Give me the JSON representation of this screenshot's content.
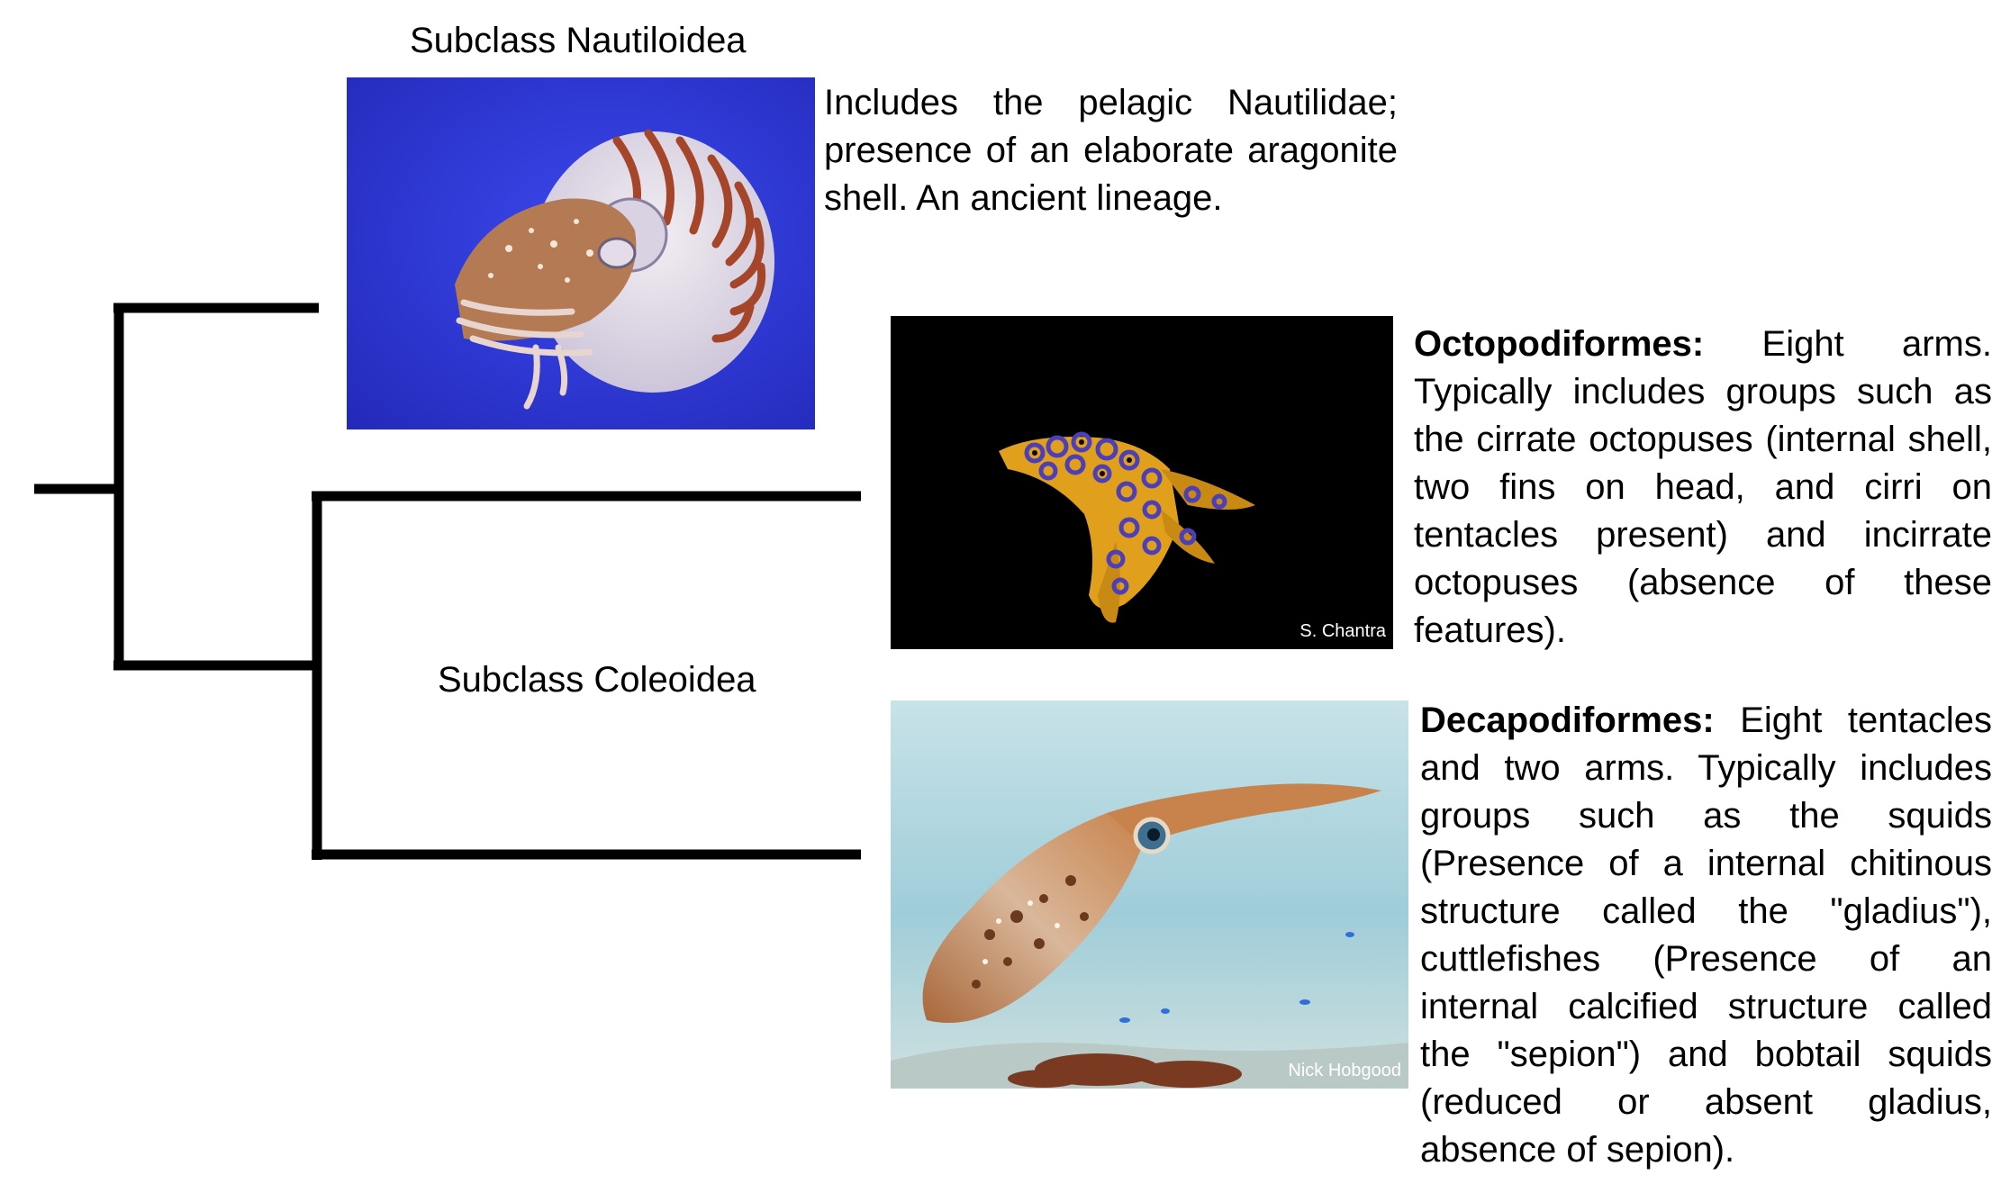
{
  "tree": {
    "nautiloidea_label": "Subclass Nautiloidea",
    "coleoidea_label": "Subclass Coleoidea"
  },
  "nautiloidea": {
    "description": "Includes the pelagic Nautilidae; presence of an elaborate aragonite shell. An ancient lineage.",
    "photo": {
      "subject": "nautilus",
      "background_color": "#2a34d8"
    }
  },
  "octopodiformes": {
    "name": "Octopodiformes:",
    "description": " Eight arms. Typically includes groups such as the cirrate octopuses (internal shell, two fins on head, and cirri on tentacles present) and incirrate octopuses (absence of these features).",
    "photo": {
      "subject": "blue-ringed octopus",
      "credit": "S. Chantra",
      "background_color": "#000000"
    }
  },
  "decapodiformes": {
    "name": "Decapodiformes:",
    "description": " Eight tentacles and two arms. Typically includes groups such as the squids (Presence of a internal chitinous structure called the \"gladius\"), cuttlefishes (Presence of an internal calcified structure called the \"sepion\") and bobtail squids (reduced or absent gladius, absence of sepion).",
    "photo": {
      "subject": "squid",
      "credit": "Nick Hobgood",
      "background_color": "#a9d3dd"
    }
  }
}
